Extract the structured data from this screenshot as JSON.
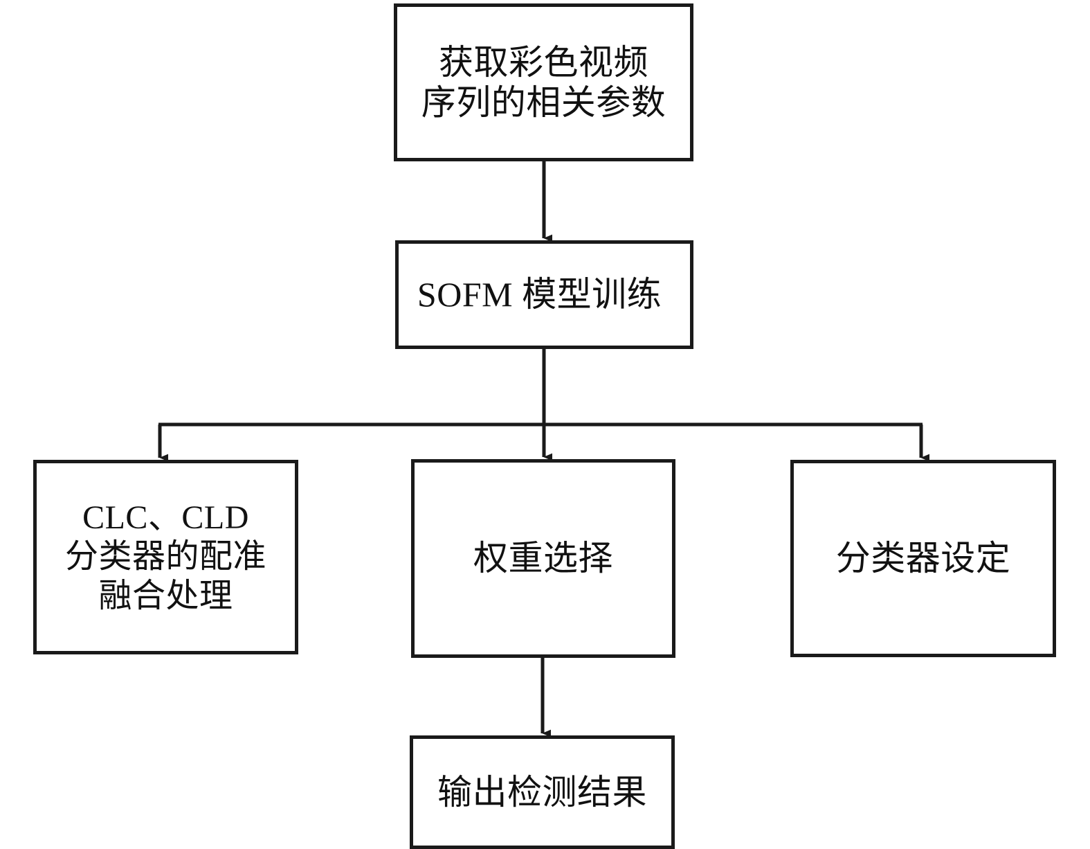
{
  "diagram": {
    "type": "flowchart",
    "orientation": "top-down",
    "title": "",
    "colors": {
      "stroke": "#1a1a1a",
      "fill": "#ffffff",
      "text": "#111111",
      "background": "#ffffff"
    },
    "nodes": [
      {
        "id": "acquire",
        "label": "获取彩色视频\n序列的相关参数",
        "shape": "rectangle"
      },
      {
        "id": "sofm",
        "label": "SOFM 模型训练",
        "shape": "rectangle"
      },
      {
        "id": "fusion",
        "label": "CLC、CLD\n分类器的配准\n融合处理",
        "shape": "rectangle"
      },
      {
        "id": "weight",
        "label": "权重选择",
        "shape": "rectangle"
      },
      {
        "id": "classifier",
        "label": "分类器设定",
        "shape": "rectangle"
      },
      {
        "id": "output",
        "label": "输出检测结果",
        "shape": "rectangle"
      }
    ],
    "edges": [
      {
        "id": "e1",
        "from": "acquire",
        "to": "sofm",
        "label": "",
        "style": "straight-arrow"
      },
      {
        "id": "e2",
        "from": "sofm",
        "to": "fusion",
        "label": "",
        "style": "elbow-arrow"
      },
      {
        "id": "e3",
        "from": "sofm",
        "to": "weight",
        "label": "",
        "style": "straight-arrow"
      },
      {
        "id": "e4",
        "from": "sofm",
        "to": "classifier",
        "label": "",
        "style": "elbow-arrow"
      },
      {
        "id": "e5",
        "from": "weight",
        "to": "output",
        "label": "",
        "style": "straight-arrow"
      }
    ]
  }
}
